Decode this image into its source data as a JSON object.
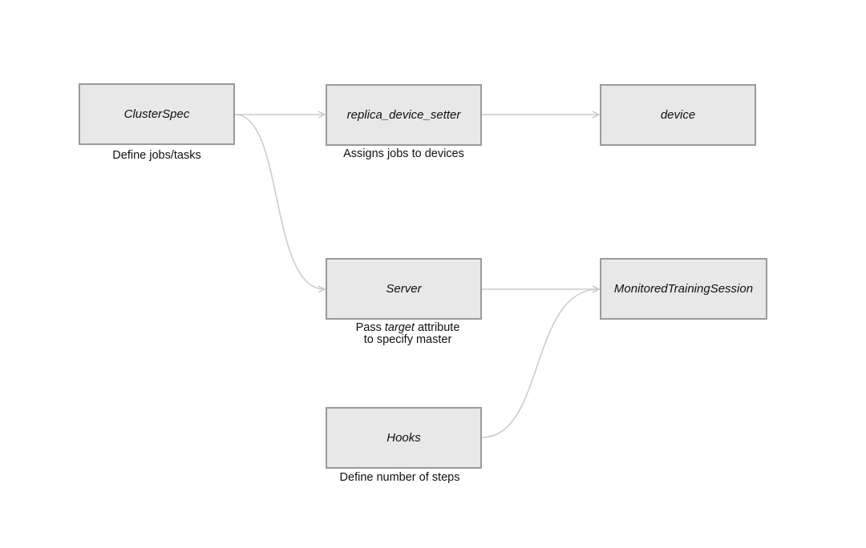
{
  "nodes": {
    "clusterspec": {
      "label": "ClusterSpec",
      "caption": "Define jobs/tasks"
    },
    "replica_device_setter": {
      "label": "replica_device_setter",
      "caption": "Assigns jobs to devices"
    },
    "device": {
      "label": "device"
    },
    "server": {
      "label": "Server",
      "caption_pre": "Pass ",
      "caption_emph": "target",
      "caption_post": " attribute",
      "caption_line2": "to specify master"
    },
    "monitored_training_session": {
      "label": "MonitoredTrainingSession"
    },
    "hooks": {
      "label": "Hooks",
      "caption": "Define number of steps"
    }
  },
  "edges": [
    {
      "from": "clusterspec",
      "to": "replica_device_setter"
    },
    {
      "from": "replica_device_setter",
      "to": "device"
    },
    {
      "from": "clusterspec",
      "to": "server"
    },
    {
      "from": "server",
      "to": "monitored_training_session"
    },
    {
      "from": "hooks",
      "to": "monitored_training_session"
    }
  ],
  "colors": {
    "node_fill": "#e8e8e8",
    "node_border": "#9a9a9a",
    "edge": "#cccccc",
    "text": "#111111"
  }
}
